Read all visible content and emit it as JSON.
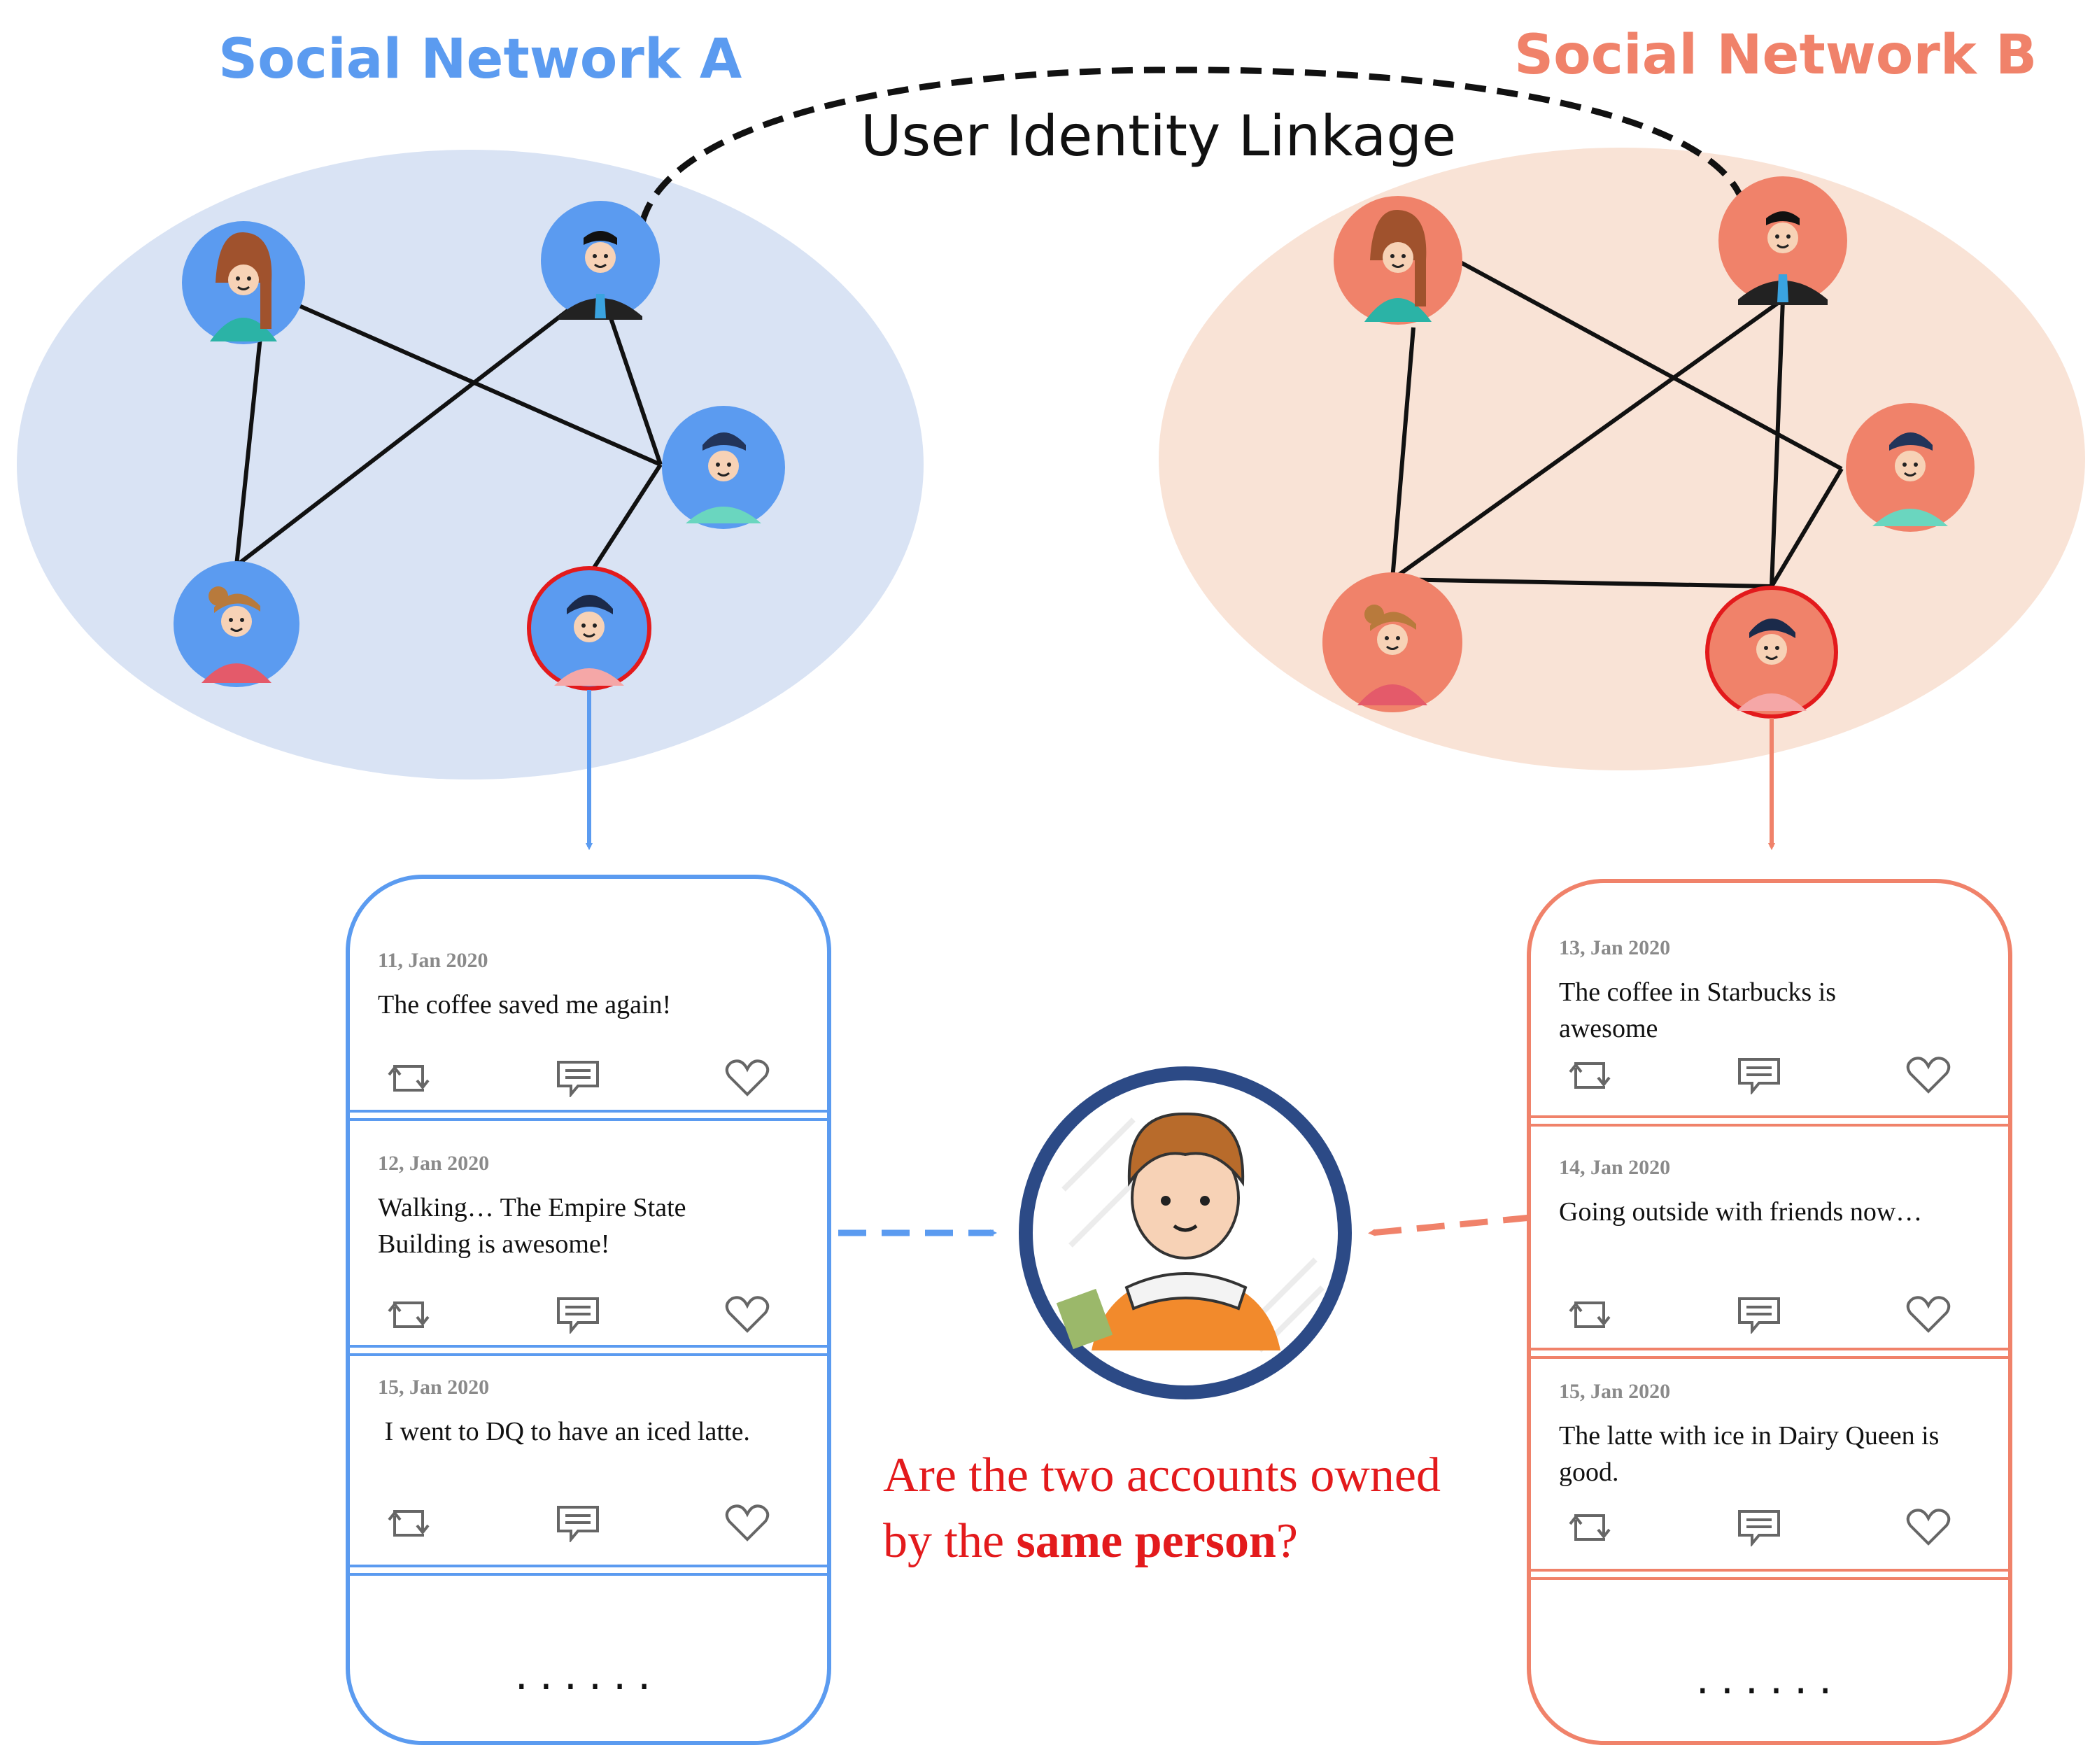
{
  "network_a": {
    "title": "Social Network A",
    "color": "#5b9bf0",
    "bg": "#d9e3f4",
    "timeline": {
      "posts": [
        {
          "date": "11, Jan 2020",
          "text": "The coffee saved me again!"
        },
        {
          "date": "12, Jan 2020",
          "text": "Walking… The Empire State Building is awesome!"
        },
        {
          "date": "15, Jan 2020",
          "text": " I went to DQ to have an iced latte."
        }
      ],
      "more": "······"
    }
  },
  "network_b": {
    "title": "Social Network B",
    "color": "#f0826a",
    "bg": "#f9e3d6",
    "timeline": {
      "posts": [
        {
          "date": "13, Jan 2020",
          "text": "The coffee in Starbucks is awesome"
        },
        {
          "date": "14, Jan 2020",
          "text": "Going outside with friends now…"
        },
        {
          "date": "15, Jan 2020",
          "text": "The latte with ice in Dairy Queen is good."
        }
      ],
      "more": "······"
    }
  },
  "linkage_label": "User Identity Linkage",
  "question": {
    "prefix": "Are the two accounts owned",
    "line2_start": "by the ",
    "emphasis": "same person",
    "suffix": "?"
  },
  "colors": {
    "highlight": "#e31a1c",
    "person_ring": "#2c4a86"
  },
  "icons": {
    "repost": "repost-icon",
    "comment": "comment-icon",
    "like": "heart-icon"
  }
}
